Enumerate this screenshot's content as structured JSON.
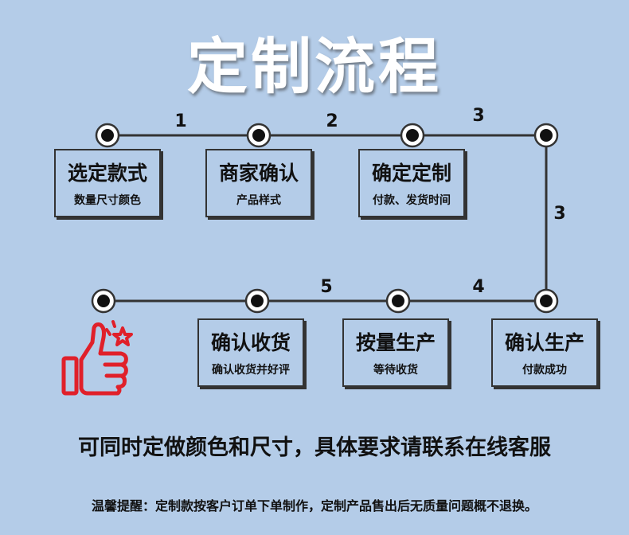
{
  "title": "定制流程",
  "steps": [
    {
      "main": "选定款式",
      "sub": "数量尺寸颜色"
    },
    {
      "main": "商家确认",
      "sub": "产品样式"
    },
    {
      "main": "确定定制",
      "sub": "付款、发货时间"
    },
    {
      "main": "确认生产",
      "sub": "付款成功"
    },
    {
      "main": "按量生产",
      "sub": "等待收货"
    },
    {
      "main": "确认收货",
      "sub": "确认收货并好评"
    }
  ],
  "connector_labels": [
    "1",
    "2",
    "3",
    "3",
    "4",
    "5"
  ],
  "tagline": "可同时定做颜色和尺寸，具体要求请联系在线客服",
  "notice": "温馨提醒：定制款按客户订单下单制作，定制产品售出后无质量问题概不退换。",
  "colors": {
    "background": "#b4cce8",
    "title": "#ffffff",
    "thumb_icon": "#e0202a",
    "line": "#333333"
  },
  "icons": [
    "thumbs-up-icon",
    "star-icon"
  ]
}
